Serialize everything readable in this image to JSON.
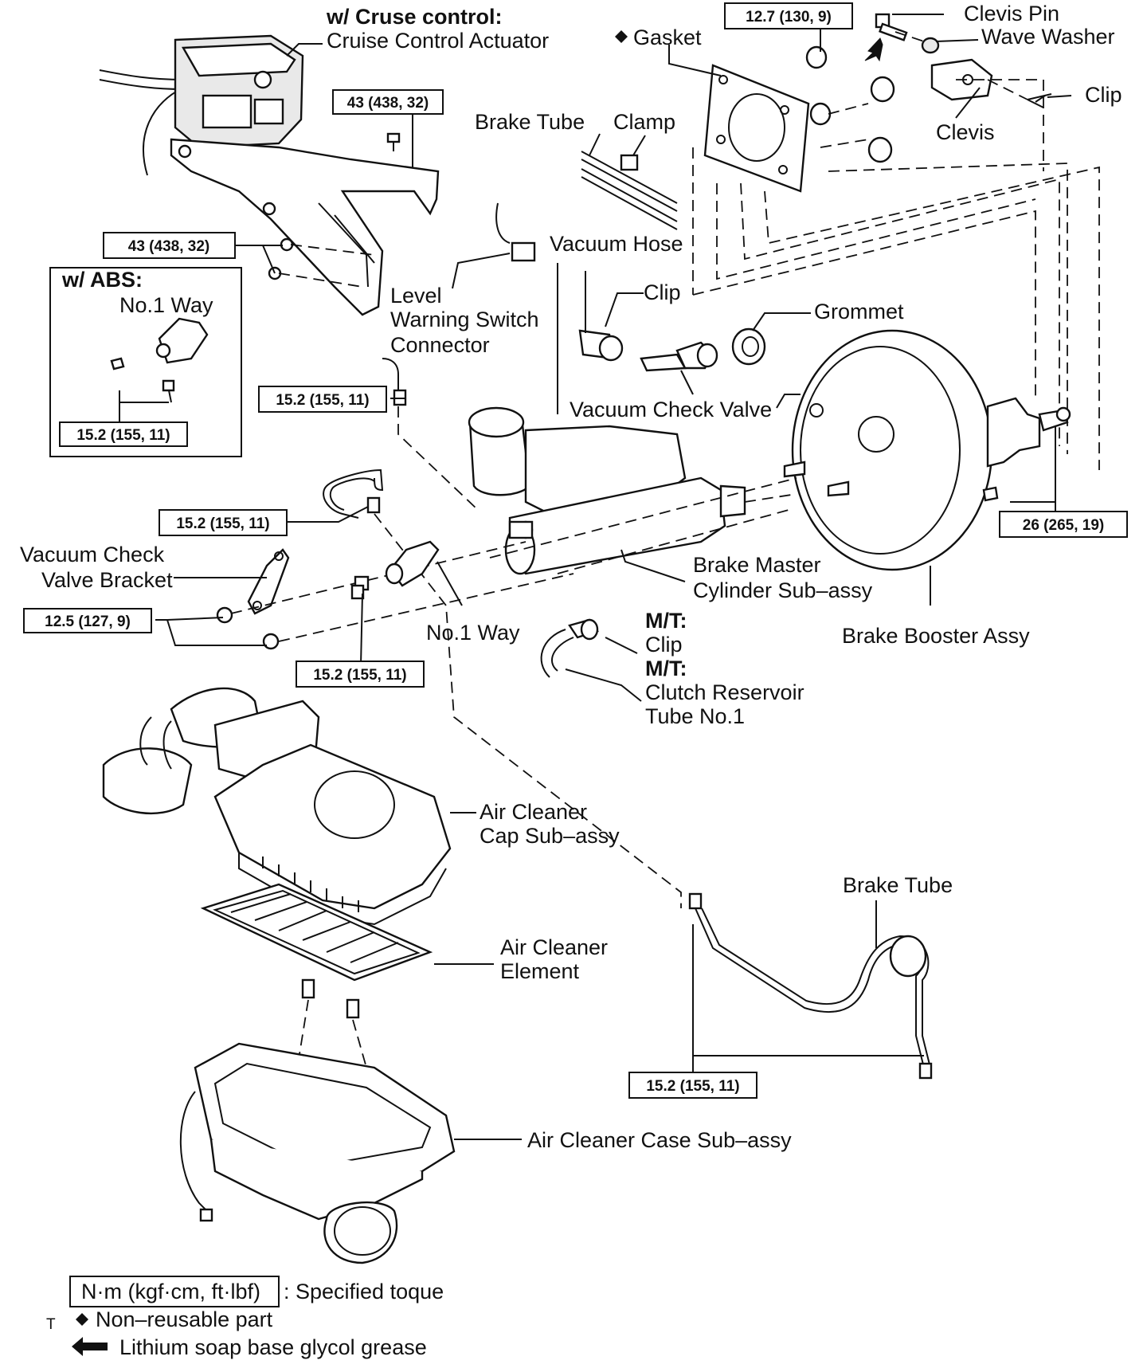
{
  "cruise": {
    "heading": "w/ Cruse control:",
    "actuator": "Cruise Control Actuator"
  },
  "abs": {
    "heading": "w/ ABS:",
    "way": "No.1 Way",
    "torque": "15.2 (155, 11)"
  },
  "torques": {
    "t_430_top": "43 (438, 32)",
    "t_430_left": "43 (438, 32)",
    "t_gasket": "12.7 (130, 9)",
    "t_tube_upper": "15.2 (155, 11)",
    "t_tube_mid": "15.2 (155, 11)",
    "t_bracket": "12.5 (127, 9)",
    "t_way": "15.2 (155, 11)",
    "t_booster": "26 (265, 19)",
    "t_bottom": "15.2 (155, 11)"
  },
  "labels": {
    "gasket": "Gasket",
    "clevis_pin": "Clevis Pin",
    "wave_washer": "Wave Washer",
    "clip_top": "Clip",
    "clevis": "Clevis",
    "brake_tube_top": "Brake Tube",
    "clamp": "Clamp",
    "vacuum_hose": "Vacuum Hose",
    "level_1": "Level",
    "level_2": "Warning Switch",
    "level_3": "Connector",
    "clip_mid": "Clip",
    "grommet": "Grommet",
    "vacuum_check_valve": "Vacuum Check Valve",
    "vcv_bracket_1": "Vacuum Check",
    "vcv_bracket_2": "Valve Bracket",
    "master_1": "Brake Master",
    "master_2": "Cylinder Sub–assy",
    "booster": "Brake Booster Assy",
    "no1way": "No.1 Way",
    "mt1": "M/T:",
    "mt_clip": "Clip",
    "mt2": "M/T:",
    "clutch_1": "Clutch Reservoir",
    "clutch_2": "Tube No.1",
    "air_cap_1": "Air Cleaner",
    "air_cap_2": "Cap Sub–assy",
    "air_elem_1": "Air Cleaner",
    "air_elem_2": "Element",
    "brake_tube_bottom": "Brake Tube",
    "air_case": "Air Cleaner Case Sub–assy"
  },
  "legend": {
    "unit_box": "N·m (kgf·cm, ft·lbf)",
    "unit_text": ": Specified toque",
    "side_mark": "T",
    "nonreusable": "Non–reusable part",
    "grease": "Lithium soap base glycol grease"
  }
}
